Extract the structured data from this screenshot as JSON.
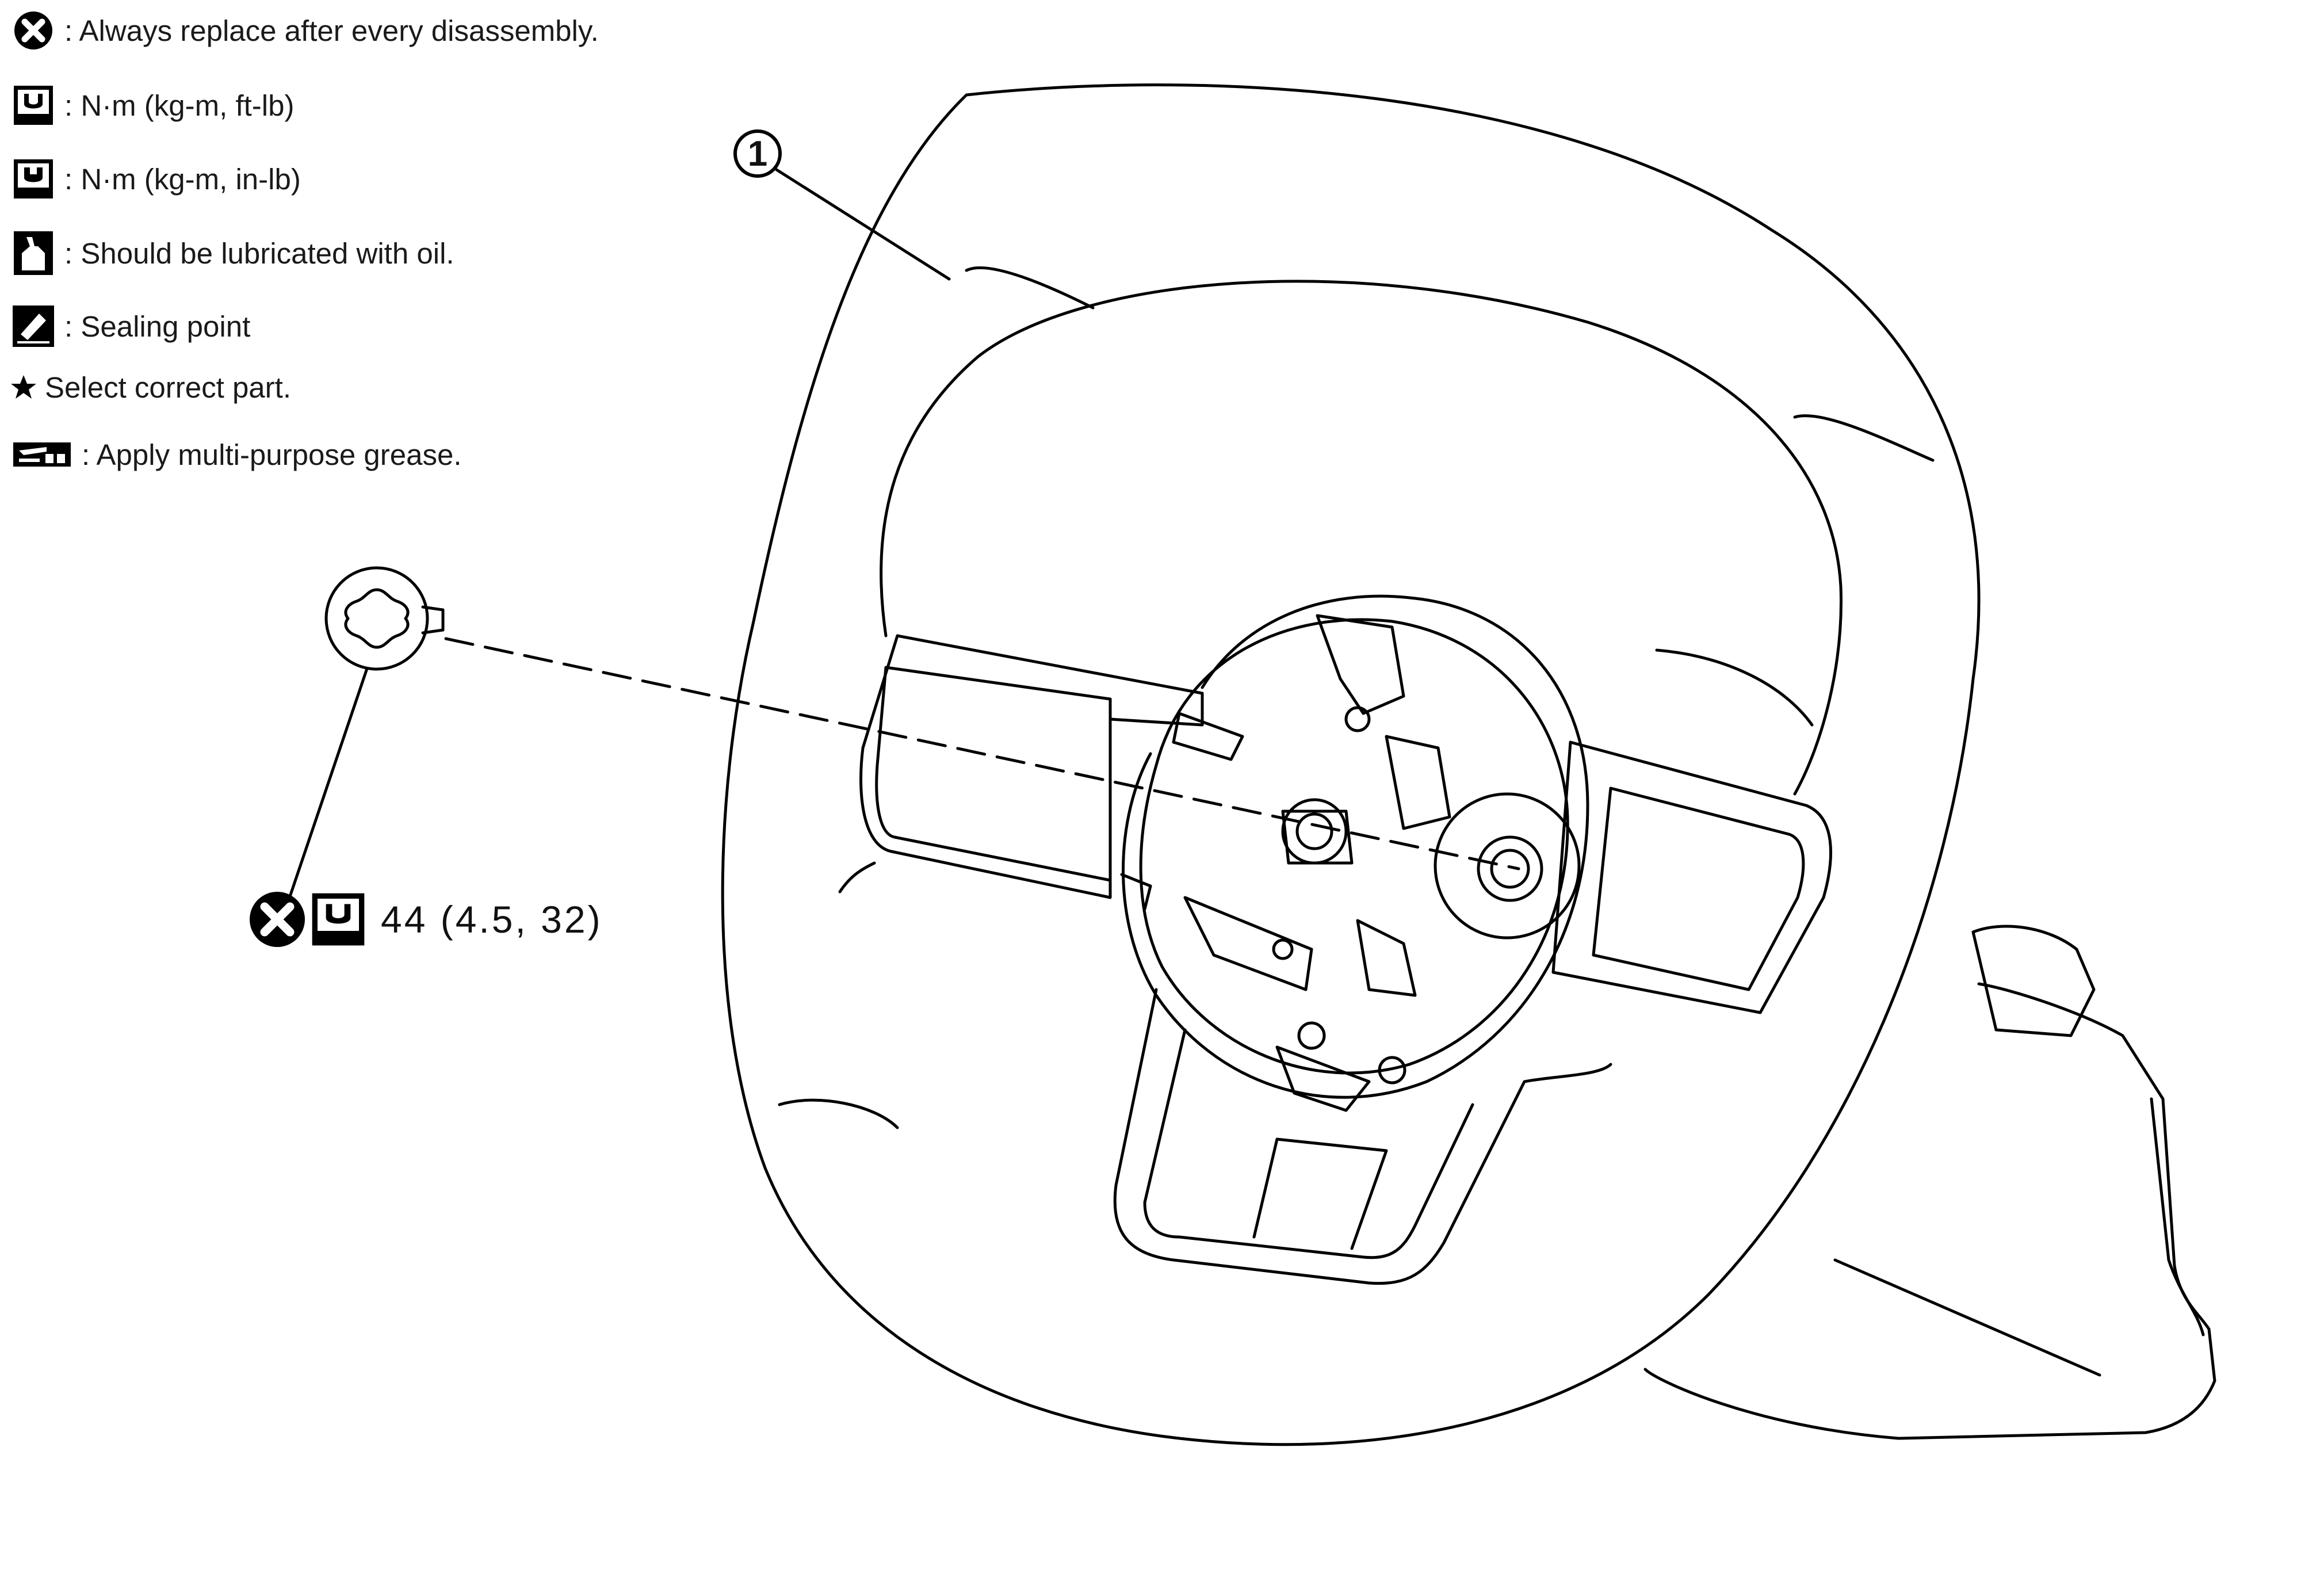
{
  "legend": {
    "items": [
      {
        "icon": "replace-icon",
        "text": ": Always replace after every disassembly."
      },
      {
        "icon": "torque-ftlb-icon",
        "text": ": N·m (kg-m, ft-lb)"
      },
      {
        "icon": "torque-inlb-icon",
        "text": ": N·m (kg-m, in-lb)"
      },
      {
        "icon": "oil-can-icon",
        "text": ": Should be lubricated with oil."
      },
      {
        "icon": "sealant-icon",
        "text": ": Sealing point"
      },
      {
        "icon": "star-icon",
        "text": "Select correct part."
      },
      {
        "icon": "grease-icon",
        "text": ": Apply multi-purpose grease."
      }
    ]
  },
  "bolt": {
    "torque_text": "44 (4.5, 32)"
  },
  "callouts": [
    {
      "number": "1"
    }
  ]
}
